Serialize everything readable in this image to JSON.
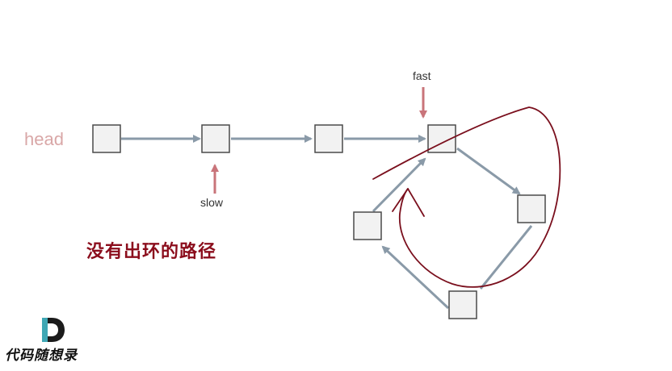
{
  "diagram": {
    "head_label": "head",
    "slow_label": "slow",
    "fast_label": "fast",
    "caption": "没有出环的路径"
  },
  "logo": {
    "text": "代码随想录",
    "mark_letter": "D"
  },
  "colors": {
    "node_fill": "#f2f2f2",
    "node_stroke": "#4a4a4a",
    "arrow": "#8a9aa8",
    "pointer_arrow": "#c9747a",
    "head_text": "#d9a7a7",
    "caption_text": "#8b0d1c",
    "annotation_stroke": "#7a0f1d"
  }
}
